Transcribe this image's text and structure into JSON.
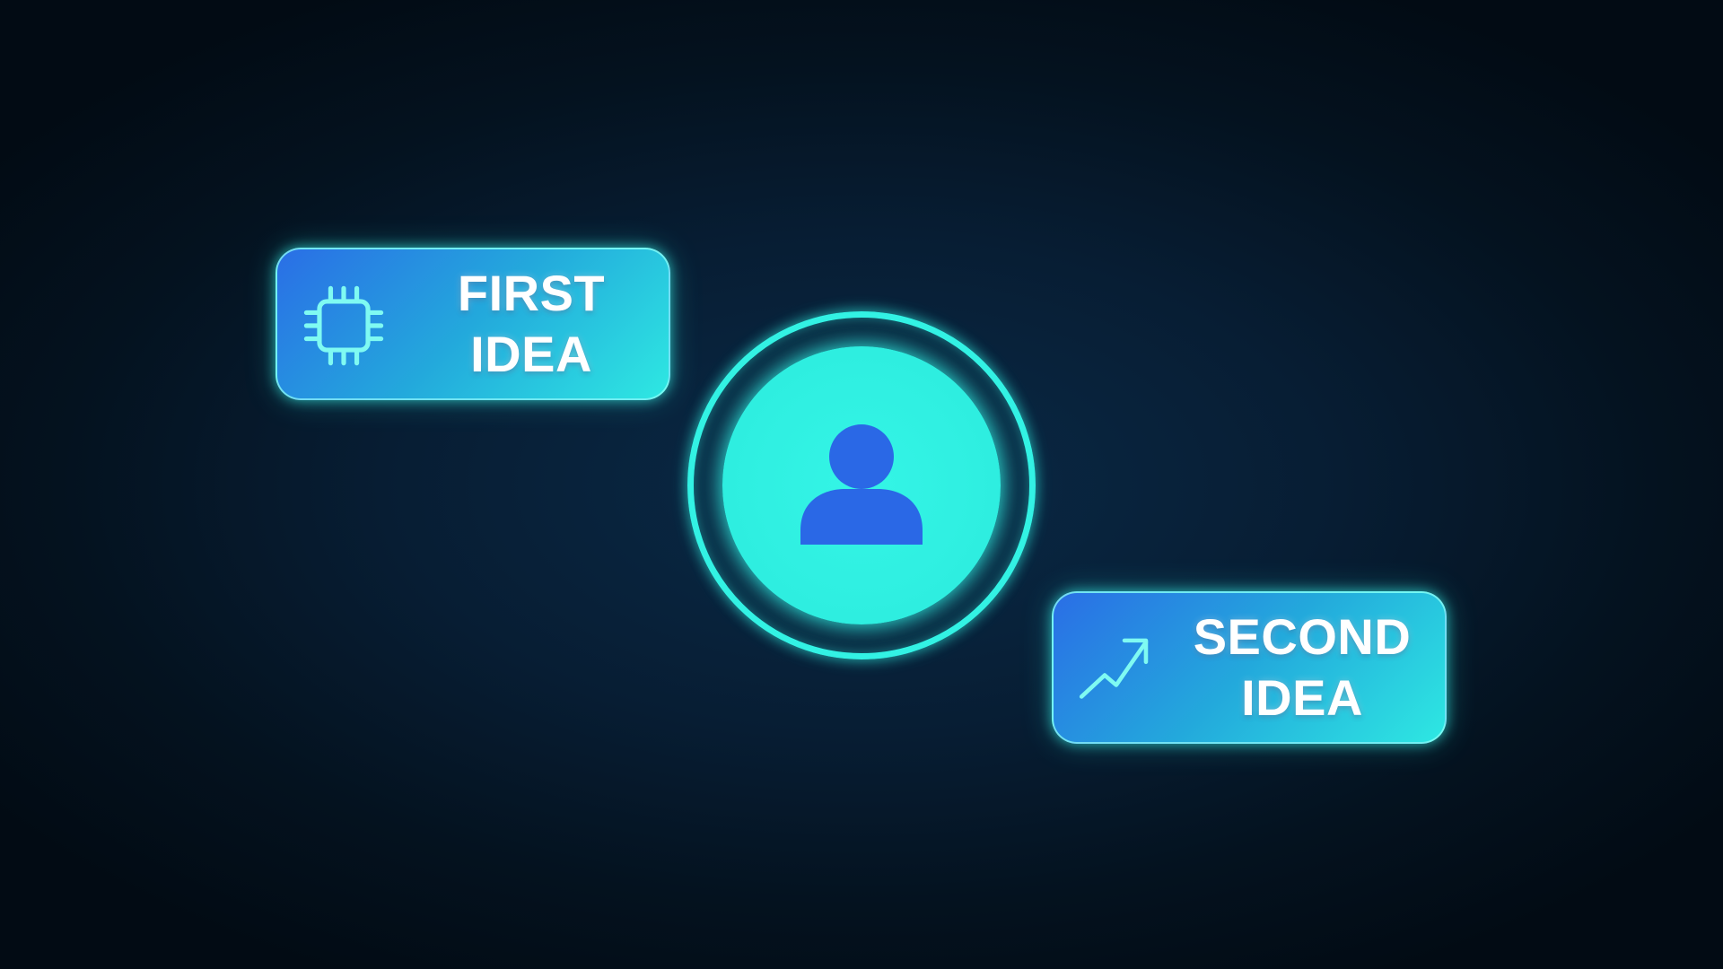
{
  "cards": {
    "first": {
      "line1": "FIRST",
      "line2": "IDEA",
      "icon": "cpu-chip-icon"
    },
    "second": {
      "line1": "SECOND",
      "line2": "IDEA",
      "icon": "trending-up-arrow-icon"
    }
  },
  "center": {
    "icon": "user-avatar-icon"
  },
  "colors": {
    "background": "#04121f",
    "accent_cyan": "#33f2e4",
    "card_gradient_start": "#2a6ee6",
    "card_gradient_end": "#2ee8e2",
    "avatar_person": "#2a68e6",
    "text": "#ffffff"
  }
}
